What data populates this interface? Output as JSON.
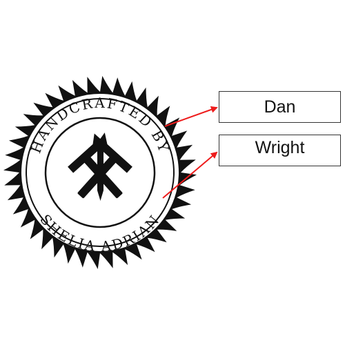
{
  "badge": {
    "top_text": "HANDCRAFTED BY",
    "bottom_text": "SHELIA ADRIAN",
    "emblem": "crossed-hammers-and-nail-icon"
  },
  "fields": {
    "first_name": "Dan",
    "last_name": "Wright"
  },
  "colors": {
    "ink": "#111111",
    "arrow": "#ee1c1c",
    "paper": "#ffffff"
  }
}
